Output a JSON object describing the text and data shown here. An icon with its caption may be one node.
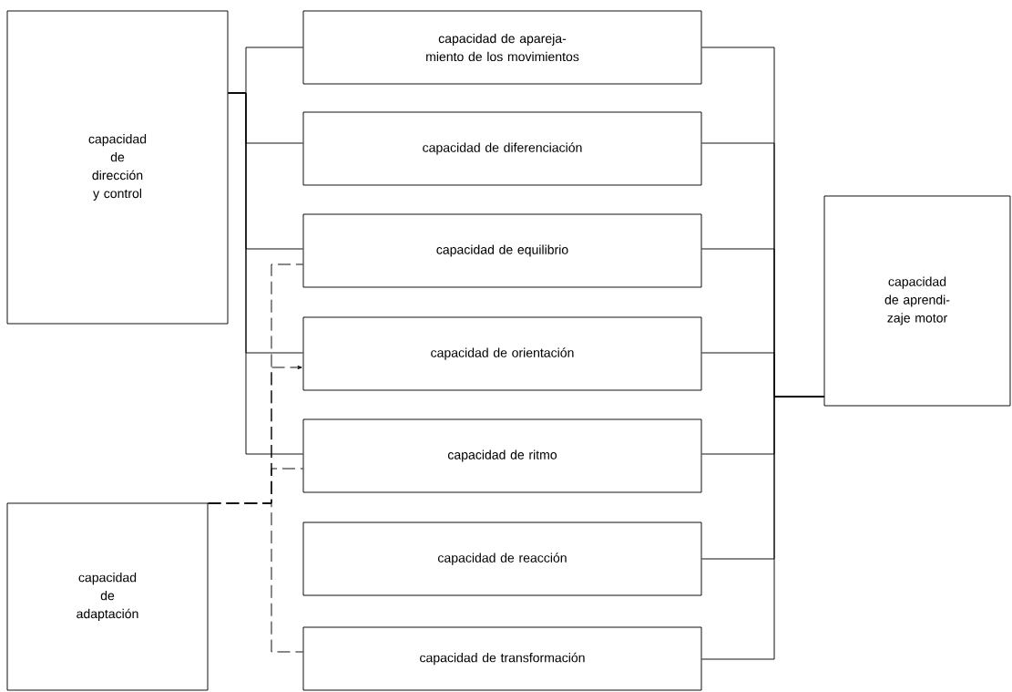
{
  "diagram": {
    "nodes": [
      {
        "text": [
          "capacidad de dirección y control"
        ]
      },
      {
        "text": [
          "capacidad de apareja- miento de los movimientos"
        ]
      },
      {
        "text": [
          "capacidad de diferenciación"
        ]
      },
      {
        "text": [
          "capacidad de equilibrio"
        ]
      },
      {
        "text": [
          "capacidad de orientación"
        ]
      },
      {
        "text": [
          "capacidad de ritmo"
        ]
      },
      {
        "text": [
          "capacidad de reacción"
        ]
      },
      {
        "text": [
          "capacidad de transformación"
        ]
      },
      {
        "text": [
          "capacidad de adaptación"
        ]
      },
      {
        "text": [
          "capacidad de aprendi- zaje motor"
        ]
      }
    ],
    "edges": [
      {
        "from": 0,
        "to": 1,
        "arrow": "none"
      },
      {
        "from": 0,
        "to": 2,
        "arrow": "none"
      },
      {
        "from": 0,
        "to": 3,
        "arrow": "none"
      },
      {
        "from": 0,
        "to": 4,
        "arrow": "none"
      },
      {
        "from": 0,
        "to": 5,
        "arrow": "none"
      },
      {
        "from": 8,
        "to": 3,
        "arrow": "none",
        "style": "dashed"
      },
      {
        "from": 8,
        "to": 4,
        "arrow": "to",
        "style": "dashed"
      },
      {
        "from": 8,
        "to": 5,
        "arrow": "none",
        "style": "dashed"
      },
      {
        "from": 8,
        "to": 7,
        "arrow": "none",
        "style": "dashed"
      },
      {
        "from": 1,
        "to": 9,
        "arrow": "none"
      },
      {
        "from": 2,
        "to": 9,
        "arrow": "none"
      },
      {
        "from": 3,
        "to": 9,
        "arrow": "none"
      },
      {
        "from": 4,
        "to": 9,
        "arrow": "none"
      },
      {
        "from": 5,
        "to": 9,
        "arrow": "none"
      },
      {
        "from": 6,
        "to": 9,
        "arrow": "none"
      },
      {
        "from": 7,
        "to": 9,
        "arrow": "none"
      }
    ]
  }
}
